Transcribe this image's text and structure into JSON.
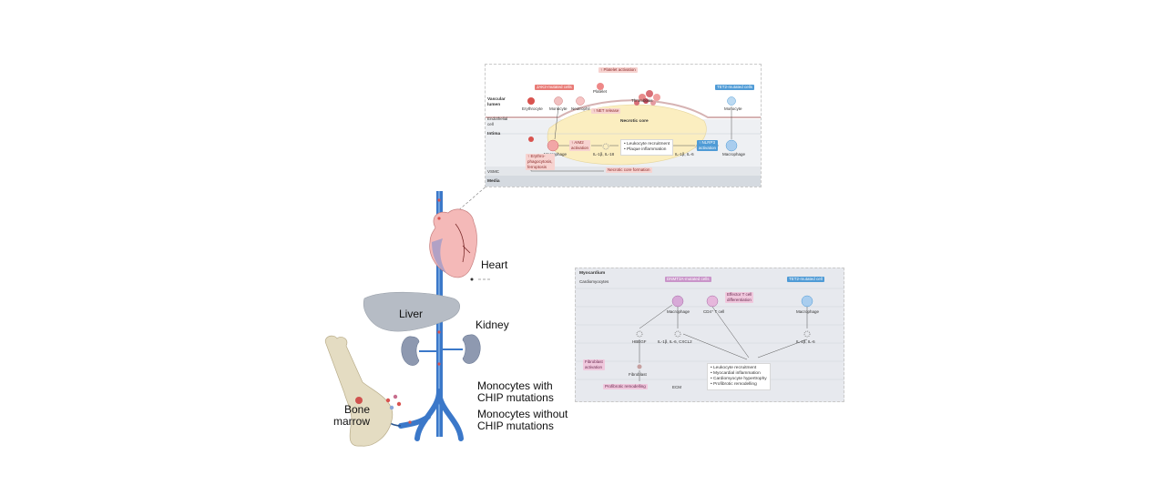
{
  "colors": {
    "vessel_blue": "#3b78c9",
    "vessel_blue_dark": "#2f5f9c",
    "heart_pink": "#f4b9b8",
    "liver_gray": "#b6bcc5",
    "bone_cream": "#e4dcc2",
    "plaque_yellow": "#fbeec0",
    "tag_red": "#e97b76",
    "tag_blue": "#4f9bd6",
    "tag_purple": "#c994c9"
  },
  "body": {
    "heart_label": "Heart",
    "liver_label": "Liver",
    "kidney_label": "Kidney",
    "bone_marrow_label": "Bone\nmarrow",
    "monocytes_with": "Monocytes with\nCHIP mutations",
    "monocytes_without": "Monocytes without\nCHIP mutations"
  },
  "top_panel": {
    "layers": {
      "vascular_lumen": "Vascular\nlumen",
      "endothelial_cell": "Endothelial\ncell",
      "intima": "Intima",
      "vsmc": "VSMC",
      "media": "Media"
    },
    "jak2_tag": "JAK2-mutated cells",
    "tet2_tag": "TET2-mutated cells",
    "platelet_activation": "↑ Platelet activation",
    "platelet": "Platelet",
    "thrombosis": "Thrombosis",
    "erythrocyte": "Erythrocyte",
    "monocyte_left": "Monocyte",
    "neutrophil": "Neutrophil",
    "net_release": "↑ NET release",
    "necrotic_core": "Necrotic core",
    "monocyte_right": "Monocyte",
    "macrophage_left": "Macrophage",
    "macrophage_right": "Macrophage",
    "aim2": "↑ AIM2\nactivation",
    "nlrp3": "↑ NLRP3\nactivation",
    "il_left": "IL-1β, IL-18",
    "il_right": "IL-1β, IL-6",
    "center_bullets": [
      "• Leukocyte recruitment",
      "• Plaque inflammation"
    ],
    "erythrophagocytosis": "↑ Erythro-\nphagocytosis,\nferroptosis",
    "necrotic_core_formation": "Necrotic core formation"
  },
  "bottom_panel": {
    "myocardium": "Myocardium",
    "cardiomyocytes": "Cardiomyocytes",
    "dnmt3a_tag": "DNMT3A-mutated cells",
    "tet2_tag": "TET2-mutated cell",
    "effector": "Effector T cell\ndifferentiation",
    "macrophage_left": "Macrophage",
    "cd4": "CD4⁺ T cell",
    "macrophage_right": "Macrophage",
    "hbegf": "HBEGF",
    "il_mid": "IL-1β, IL-6, CXCL2",
    "il_right": "IL-1β, IL-6",
    "fibroblast_activation": "Fibroblast\nactivation",
    "fibroblast": "Fibroblast",
    "profibrotic": "Profibrotic remodelling",
    "ecm": "ECM",
    "bullets": [
      "• Leukocyte recruitment",
      "• Myocardial inflammation",
      "• Cardiomyocyte hypertrophy",
      "• Profibrotic remodelling"
    ]
  }
}
